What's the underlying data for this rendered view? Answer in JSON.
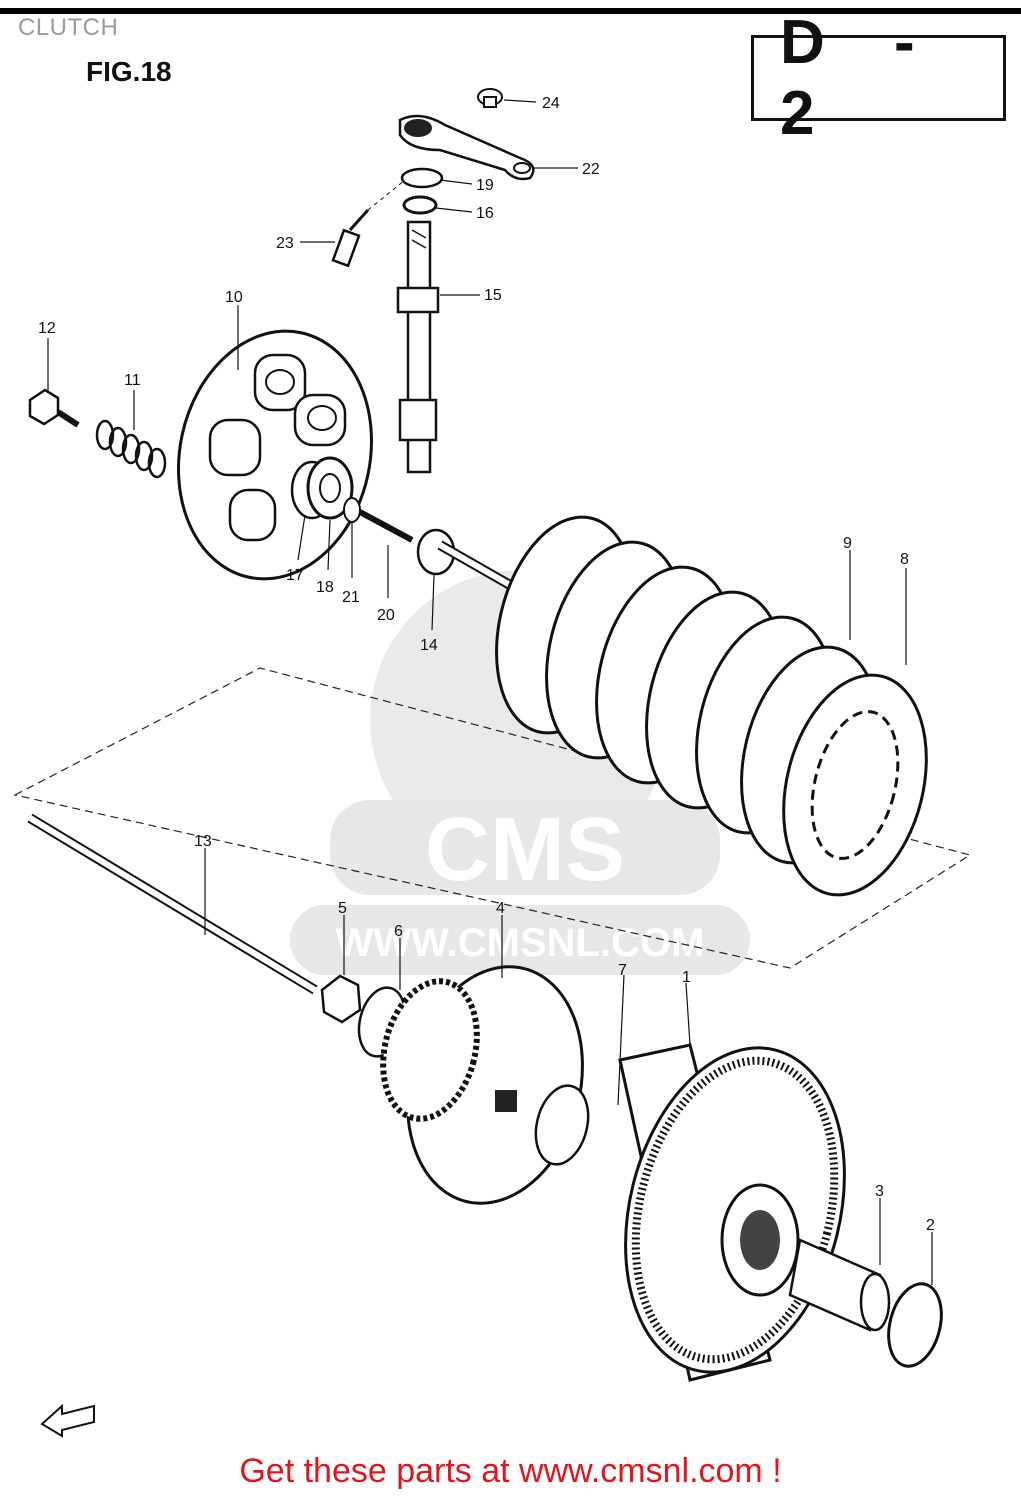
{
  "header": {
    "title": "CLUTCH",
    "figure": "FIG.18",
    "section_code": "D - 2"
  },
  "watermark": {
    "logo_text": "CMS",
    "url_text": "WWW.CMSNL.COM"
  },
  "callouts": [
    "1",
    "2",
    "3",
    "4",
    "5",
    "6",
    "7",
    "8",
    "9",
    "10",
    "11",
    "12",
    "13",
    "14",
    "15",
    "16",
    "17",
    "18",
    "19",
    "20",
    "21",
    "22",
    "23",
    "24"
  ],
  "footer": {
    "link_text": "Get these parts at www.cmsnl.com !",
    "link_color": "#e0161c"
  },
  "icons": {
    "front_arrow": "fr-arrow-icon"
  }
}
